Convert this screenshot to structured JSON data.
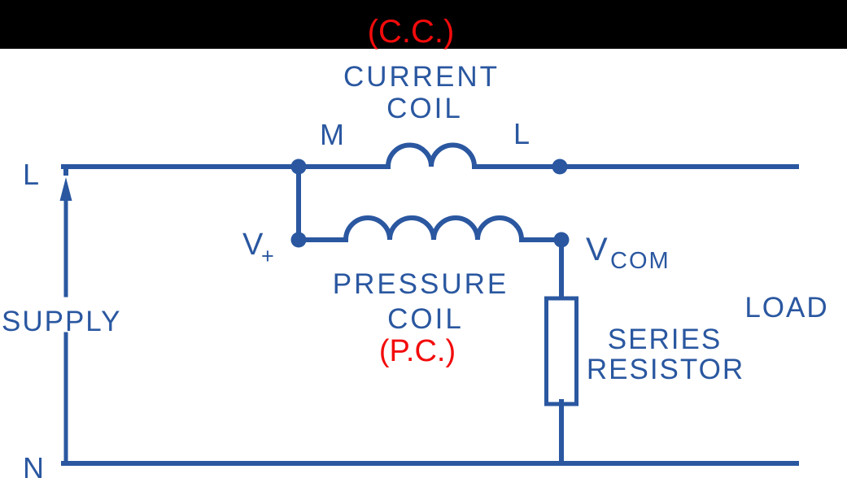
{
  "colors": {
    "bar": "#000000",
    "wire": "#2a57a0",
    "text": "#2a57a0",
    "red": "#f30b0b",
    "bg": "#ffffff"
  },
  "header": {
    "cc_caption": "(C.C.)"
  },
  "diagram": {
    "current_coil": {
      "line1": "CURRENT",
      "line2": "COIL"
    },
    "terminals": {
      "m": "M",
      "l_right": "L"
    },
    "supply": {
      "line_label": "L",
      "neutral_label": "N",
      "name": "SUPPLY"
    },
    "v_plus": {
      "base": "V",
      "sub": "+"
    },
    "v_com": {
      "base": "V",
      "sub": "COM"
    },
    "pressure_coil": {
      "line1": "PRESSURE",
      "line2": "COIL",
      "caption": "(P.C.)"
    },
    "series_resistor": {
      "line1": "SERIES",
      "line2": "RESISTOR"
    },
    "load": {
      "label": "LOAD"
    }
  }
}
